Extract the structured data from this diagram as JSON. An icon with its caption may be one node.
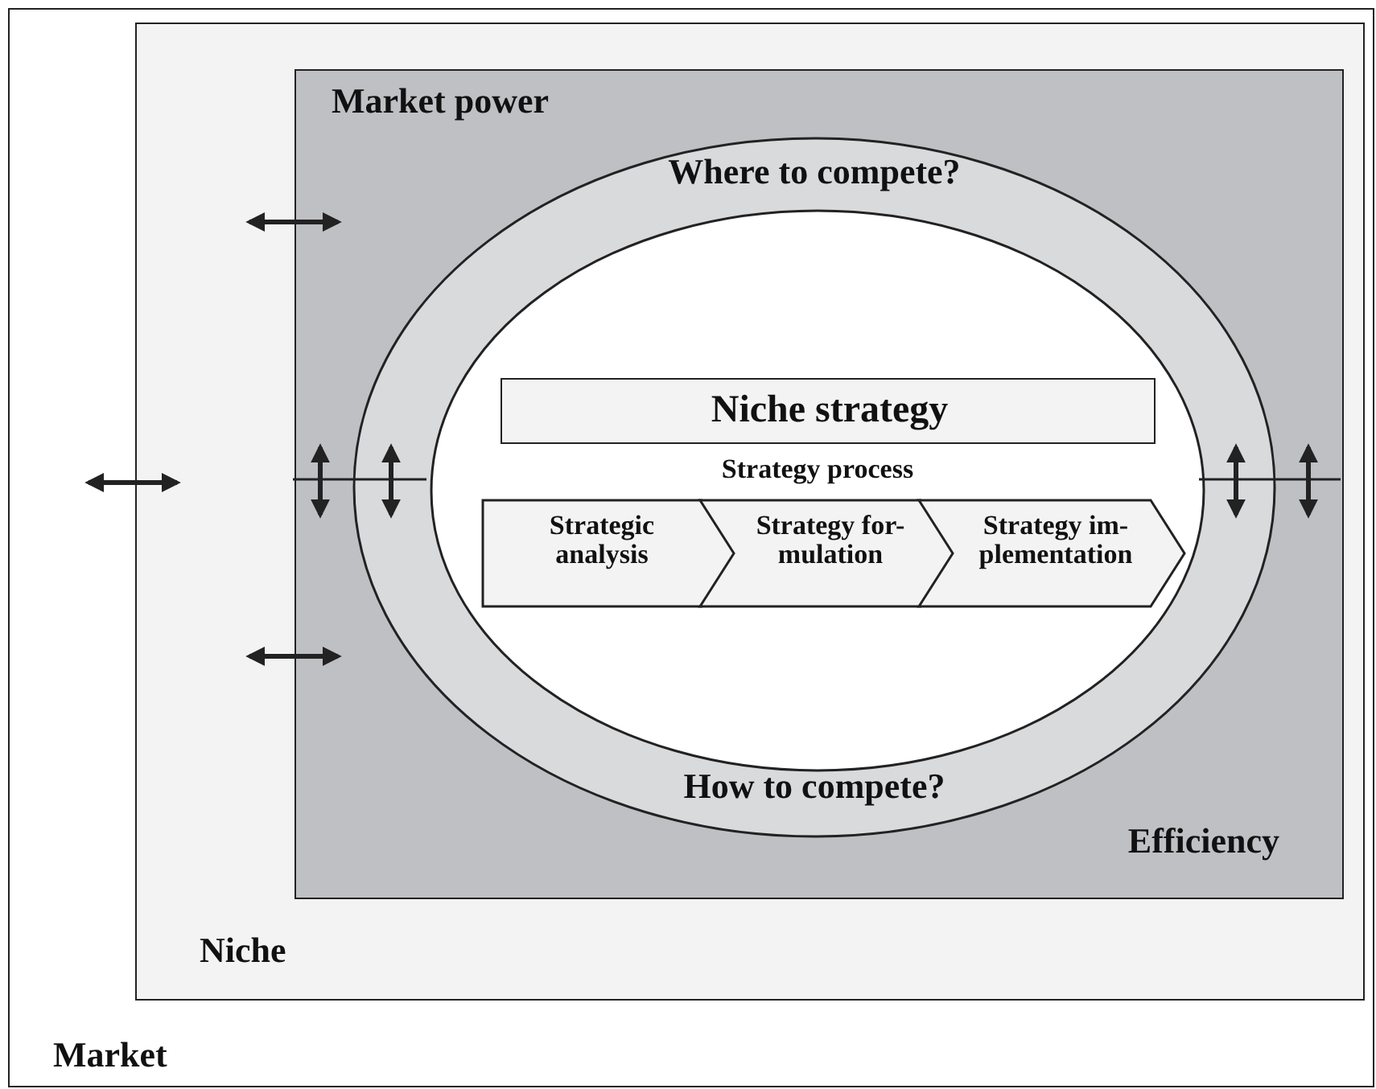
{
  "diagram": {
    "nodes": [
      {
        "text": [
          "Market"
        ]
      },
      {
        "text": [
          "Niche"
        ],
        "in": 0
      },
      {
        "text": [
          "Market power",
          "Efficiency"
        ],
        "in": 1
      },
      {
        "text": [
          "Where to compete?",
          "How to compete?"
        ],
        "in": 2
      },
      {
        "text": [
          "Strategy process"
        ],
        "in": 3
      },
      {
        "text": [
          "Niche strategy"
        ],
        "in": 4
      },
      {
        "text": [
          "Strategic analysis"
        ],
        "in": 4
      },
      {
        "text": [
          "Strategy for- mulation"
        ],
        "in": 4
      },
      {
        "text": [
          "Strategy im- plementation"
        ],
        "in": 4
      }
    ]
  }
}
